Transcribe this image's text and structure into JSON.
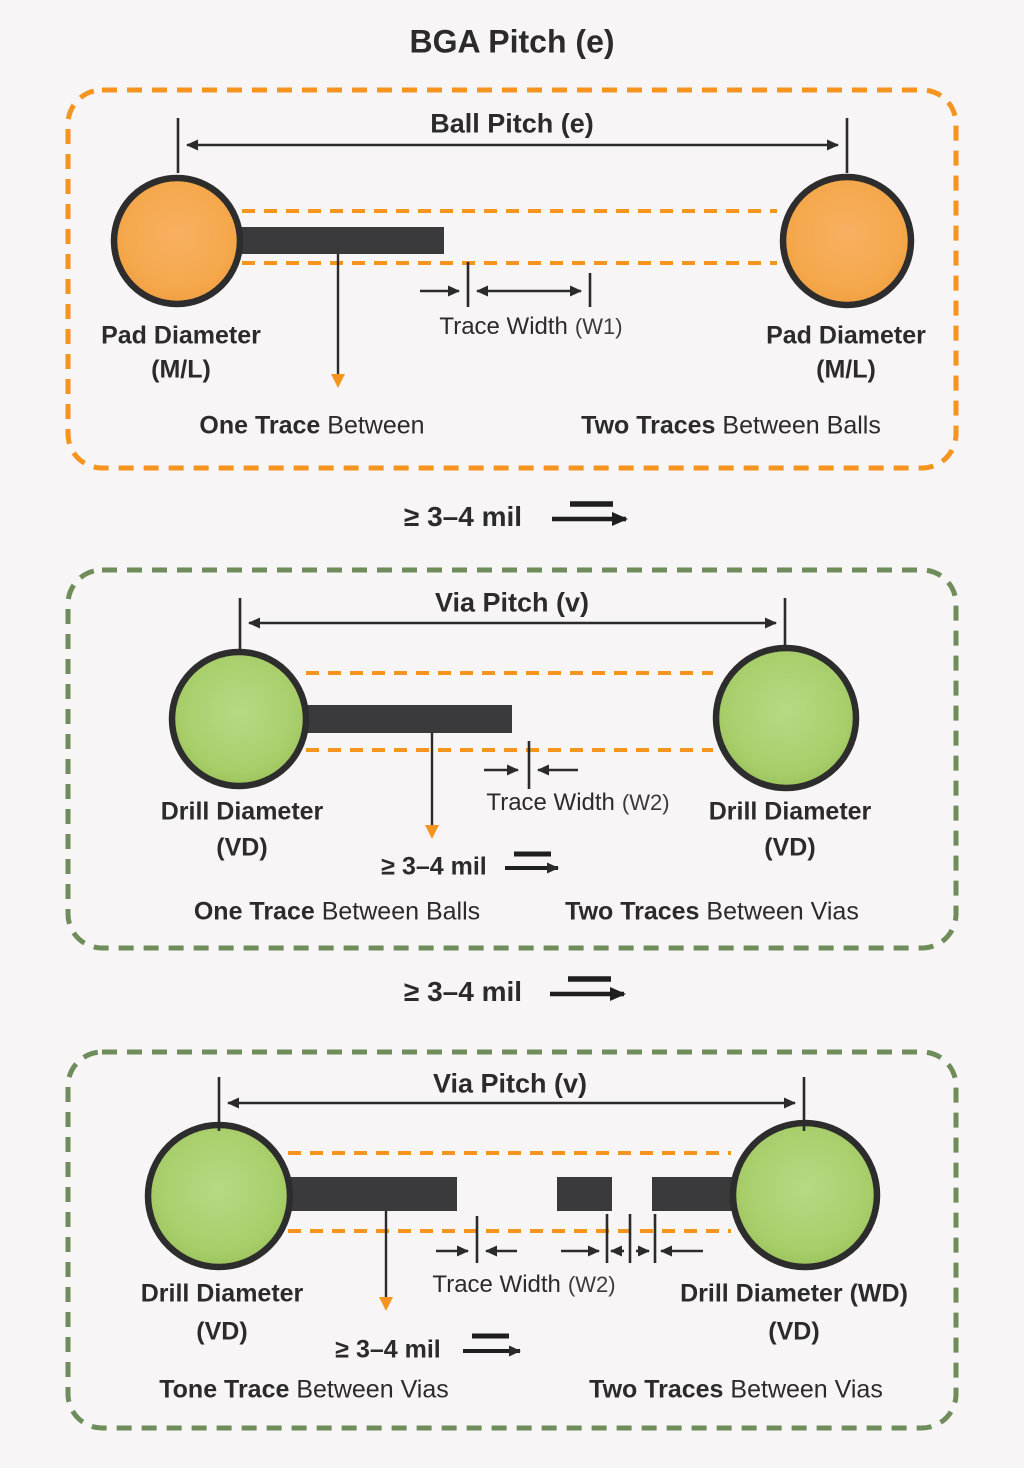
{
  "title": "BGA Pitch (e)",
  "colors": {
    "background": "#F7F5F5",
    "orange_border": "#F5941F",
    "green_border": "#6F8C5B",
    "pad_fill": "#F5A74B",
    "via_fill": "#A8CE6B",
    "trace_fill": "#3A3A3C",
    "circle_outline": "#2D2D2D",
    "text": "#2B2B2B",
    "guide_dash": "#F5941F"
  },
  "icons": {
    "speed_arrow": "fast-forward-arrow",
    "down_pointer": "orange-down-arrowhead",
    "dimension_arrow": "double-headed-arrow"
  },
  "separators": [
    {
      "label": "≥ 3–4 mil"
    },
    {
      "label": "≥ 3–4 mil"
    }
  ],
  "panel1": {
    "heading": "Ball Pitch (e)",
    "pad_left_line1": "Pad Diameter",
    "pad_left_line2": "(M/L)",
    "pad_right_line1": "Pad Diameter",
    "pad_right_line2": "(M/L)",
    "trace_width_label": "Trace Width",
    "trace_width_ref": "(W1)",
    "caption_left_bold": "One Trace",
    "caption_left_rest": " Between",
    "caption_right_bold": "Two Traces",
    "caption_right_rest": " Between Balls"
  },
  "panel2": {
    "heading": "Via Pitch (v)",
    "drill_left_line1": "Drill Diameter",
    "drill_left_line2": "(VD)",
    "drill_right_line1": "Drill Diameter",
    "drill_right_line2": "(VD)",
    "trace_width_label": "Trace Width",
    "trace_width_ref": "(W2)",
    "mil_note": "≥ 3–4 mil",
    "caption_left_bold": "One Trace",
    "caption_left_rest": " Between Balls",
    "caption_right_bold": "Two Traces",
    "caption_right_rest": " Between Vias"
  },
  "panel3": {
    "heading": "Via Pitch (v)",
    "drill_left_line1": "Drill Diameter",
    "drill_left_line2": "(VD)",
    "drill_right_line1": "Drill Diameter (WD)",
    "drill_right_line2": "(VD)",
    "trace_width_label": "Trace Width",
    "trace_width_ref": "(W2)",
    "mil_note": "≥ 3–4 mil",
    "caption_left_bold": "Tone Trace",
    "caption_left_rest": " Between Vias",
    "caption_right_bold": "Two Traces",
    "caption_right_rest": " Between Vias"
  }
}
